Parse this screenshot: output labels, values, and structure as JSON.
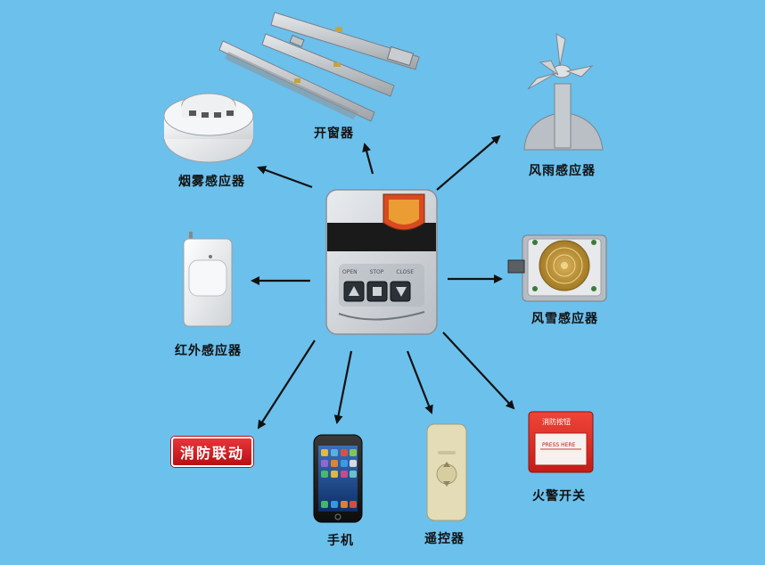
{
  "devices": {
    "window_opener": "开窗器",
    "wind_rain_sensor": "风雨感应器",
    "smoke_sensor": "烟雾感应器",
    "wind_snow_sensor": "风雪感应器",
    "infrared_sensor": "红外感应器",
    "fire_linkage": "消防联动",
    "phone": "手机",
    "remote_control": "遥控器",
    "fire_alarm_switch": "火警开关"
  },
  "controller": {
    "btn_open": "OPEN",
    "btn_stop": "STOP",
    "btn_close": "CLOSE"
  },
  "fire_button_panel": {
    "title": "消防按钮",
    "sub": "PRESS HERE"
  },
  "colors": {
    "background": "#6cc0ec",
    "arrow": "#111111",
    "fire_red": "#d8221f"
  }
}
